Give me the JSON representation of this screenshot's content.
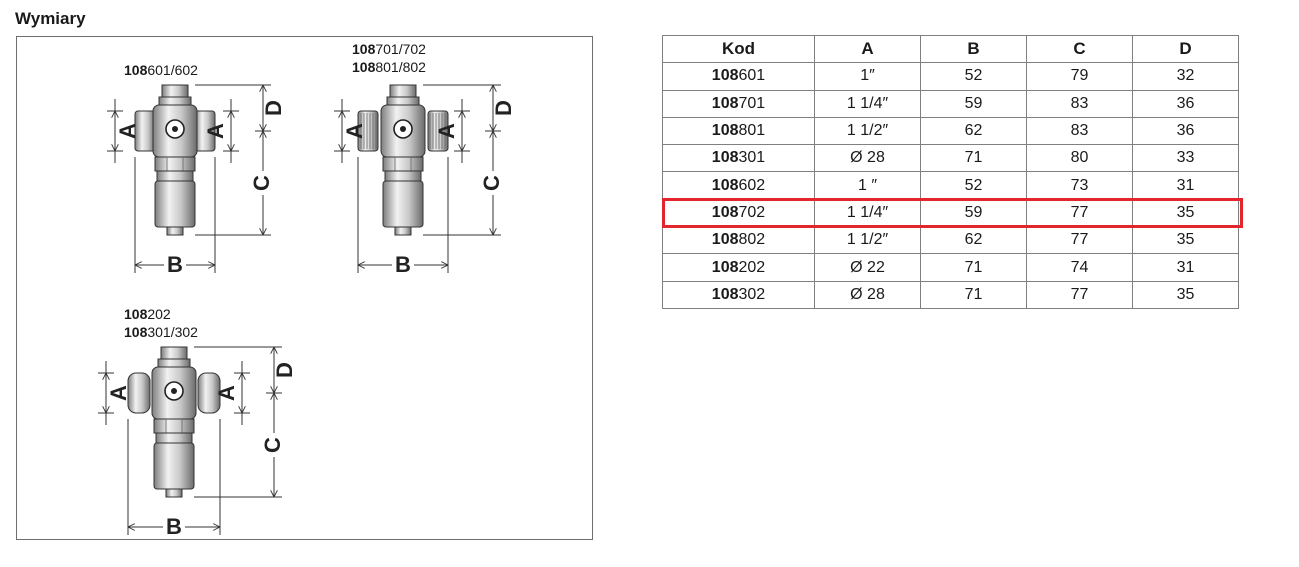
{
  "title": "Wymiary",
  "drawings": [
    {
      "lines": [
        {
          "bold": "108",
          "rest": "601/602"
        }
      ]
    },
    {
      "lines": [
        {
          "bold": "108",
          "rest": "701/702"
        },
        {
          "bold": "108",
          "rest": "801/802"
        }
      ]
    },
    {
      "lines": [
        {
          "bold": "108",
          "rest": "202"
        },
        {
          "bold": "108",
          "rest": "301/302"
        }
      ]
    }
  ],
  "dim_letters": {
    "a": "A",
    "b": "B",
    "c": "C",
    "d": "D"
  },
  "table": {
    "headers": [
      "Kod",
      "A",
      "B",
      "C",
      "D"
    ],
    "rows": [
      {
        "prefix": "108",
        "suffix": "601",
        "A": "1″",
        "B": "52",
        "C": "79",
        "D": "32"
      },
      {
        "prefix": "108",
        "suffix": "701",
        "A": "1 1/4″",
        "B": "59",
        "C": "83",
        "D": "36"
      },
      {
        "prefix": "108",
        "suffix": "801",
        "A": "1 1/2″",
        "B": "62",
        "C": "83",
        "D": "36"
      },
      {
        "prefix": "108",
        "suffix": "301",
        "A": "Ø 28",
        "B": "71",
        "C": "80",
        "D": "33"
      },
      {
        "prefix": "108",
        "suffix": "602",
        "A": "1 ″",
        "B": "52",
        "C": "73",
        "D": "31"
      },
      {
        "prefix": "108",
        "suffix": "702",
        "A": "1 1/4″",
        "B": "59",
        "C": "77",
        "D": "35"
      },
      {
        "prefix": "108",
        "suffix": "802",
        "A": "1 1/2″",
        "B": "62",
        "C": "77",
        "D": "35"
      },
      {
        "prefix": "108",
        "suffix": "202",
        "A": "Ø 22",
        "B": "71",
        "C": "74",
        "D": "31"
      },
      {
        "prefix": "108",
        "suffix": "302",
        "A": "Ø 28",
        "B": "71",
        "C": "77",
        "D": "35"
      }
    ],
    "highlight_color": "#e3262e"
  }
}
